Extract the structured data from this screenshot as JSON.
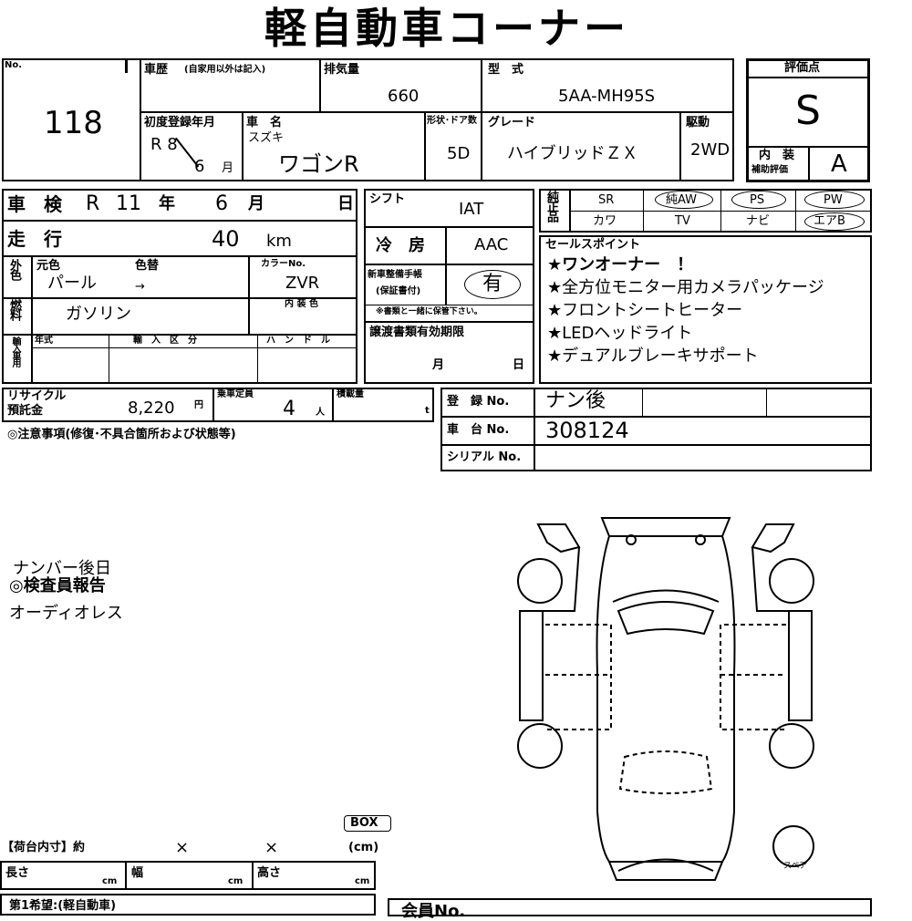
{
  "title": "軽自動車コーナー",
  "header": {
    "no_label": "No.",
    "lot_number": "118",
    "history_label": "車歴",
    "history_note": "(自家用以外は記入)",
    "displacement_label": "排気量",
    "displacement": "660",
    "model_label": "型　式",
    "model_code": "5AA-MH95S",
    "first_reg_label": "初度登録年月",
    "first_reg_era": "R 8",
    "first_reg_month": "6",
    "month_unit": "月",
    "name_label": "車　名",
    "maker": "スズキ",
    "car_name": "ワゴンR",
    "body_label": "形状･ドア数",
    "body_doors": "5D",
    "grade_label": "グレード",
    "grade": "ハイブリッドＺＸ",
    "drive_label": "駆動",
    "drive": "2WD"
  },
  "rating": {
    "label": "評価点",
    "score": "S",
    "interior_label_1": "内　装",
    "interior_label_2": "補助評価",
    "interior_score": "A"
  },
  "inspection": {
    "label": "車　検",
    "era": "R",
    "year": "11",
    "year_unit": "年",
    "month": "6",
    "month_unit": "月",
    "day_unit": "日"
  },
  "mileage": {
    "label": "走　行",
    "value": "40",
    "unit": "km"
  },
  "color": {
    "label": "外色",
    "original_label": "元色",
    "repaint_label": "色替",
    "original_value": "パール",
    "arrow": "→",
    "code_label": "カラーNo.",
    "code": "ZVR",
    "interior_label": "内 装 色"
  },
  "fuel": {
    "label": "燃料",
    "value": "ガソリン"
  },
  "import": {
    "label": "輸入車用",
    "year_label": "年式",
    "class_label": "輸　入　区　分",
    "handle_label": "ハ　ン　ド　ル"
  },
  "shift": {
    "label": "シフト",
    "value": "IAT"
  },
  "ac": {
    "label": "冷　房",
    "value": "AAC"
  },
  "manual": {
    "label_1": "新車整備手帳",
    "label_2": "(保証書付)",
    "note": "※書類と一緒に保管下さい。",
    "value": "有"
  },
  "transfer": {
    "label": "譲渡書類有効期限",
    "month_unit": "月",
    "day_unit": "日"
  },
  "equipment": {
    "label": "純正品",
    "row1": [
      "SR",
      "純AW",
      "PS",
      "PW"
    ],
    "row2": [
      "カワ",
      "TV",
      "ナビ",
      "エアB"
    ]
  },
  "sales_points": {
    "label": "セールスポイント",
    "items": [
      "★ワンオーナー　！",
      "★全方位モニター用カメラパッケージ",
      "★フロントシートヒーター",
      "★LEDヘッドライト",
      "★デュアルブレーキサポート"
    ]
  },
  "recycle": {
    "label_1": "リサイクル",
    "label_2": "預託金",
    "amount": "8,220",
    "yen": "円",
    "capacity_label": "乗車定員",
    "capacity": "4",
    "person_unit": "人",
    "load_label": "積載量",
    "load_unit": "t"
  },
  "registration": {
    "reg_label": "登　録 No.",
    "reg_value": "ナン後",
    "chassis_label": "車　台 No.",
    "chassis_value": "308124",
    "serial_label": "シリアル No."
  },
  "notes_label": "◎注意事項(修復･不具合箇所および状態等)",
  "remarks": {
    "plate_note": "ナンバー後日",
    "inspector_label": "◎検査員報告",
    "inspector_note": "オーディオレス"
  },
  "cargo": {
    "box_label": "BOX",
    "header": "【荷台内寸】約",
    "times_1": "×",
    "times_2": "×",
    "unit_note": "(cm)",
    "length_label": "長さ",
    "width_label": "幅",
    "height_label": "高さ",
    "cm": "cm"
  },
  "wish_label": "第1希望:(軽自動車)",
  "member_label": "会員No.",
  "spare_label": "スペア"
}
